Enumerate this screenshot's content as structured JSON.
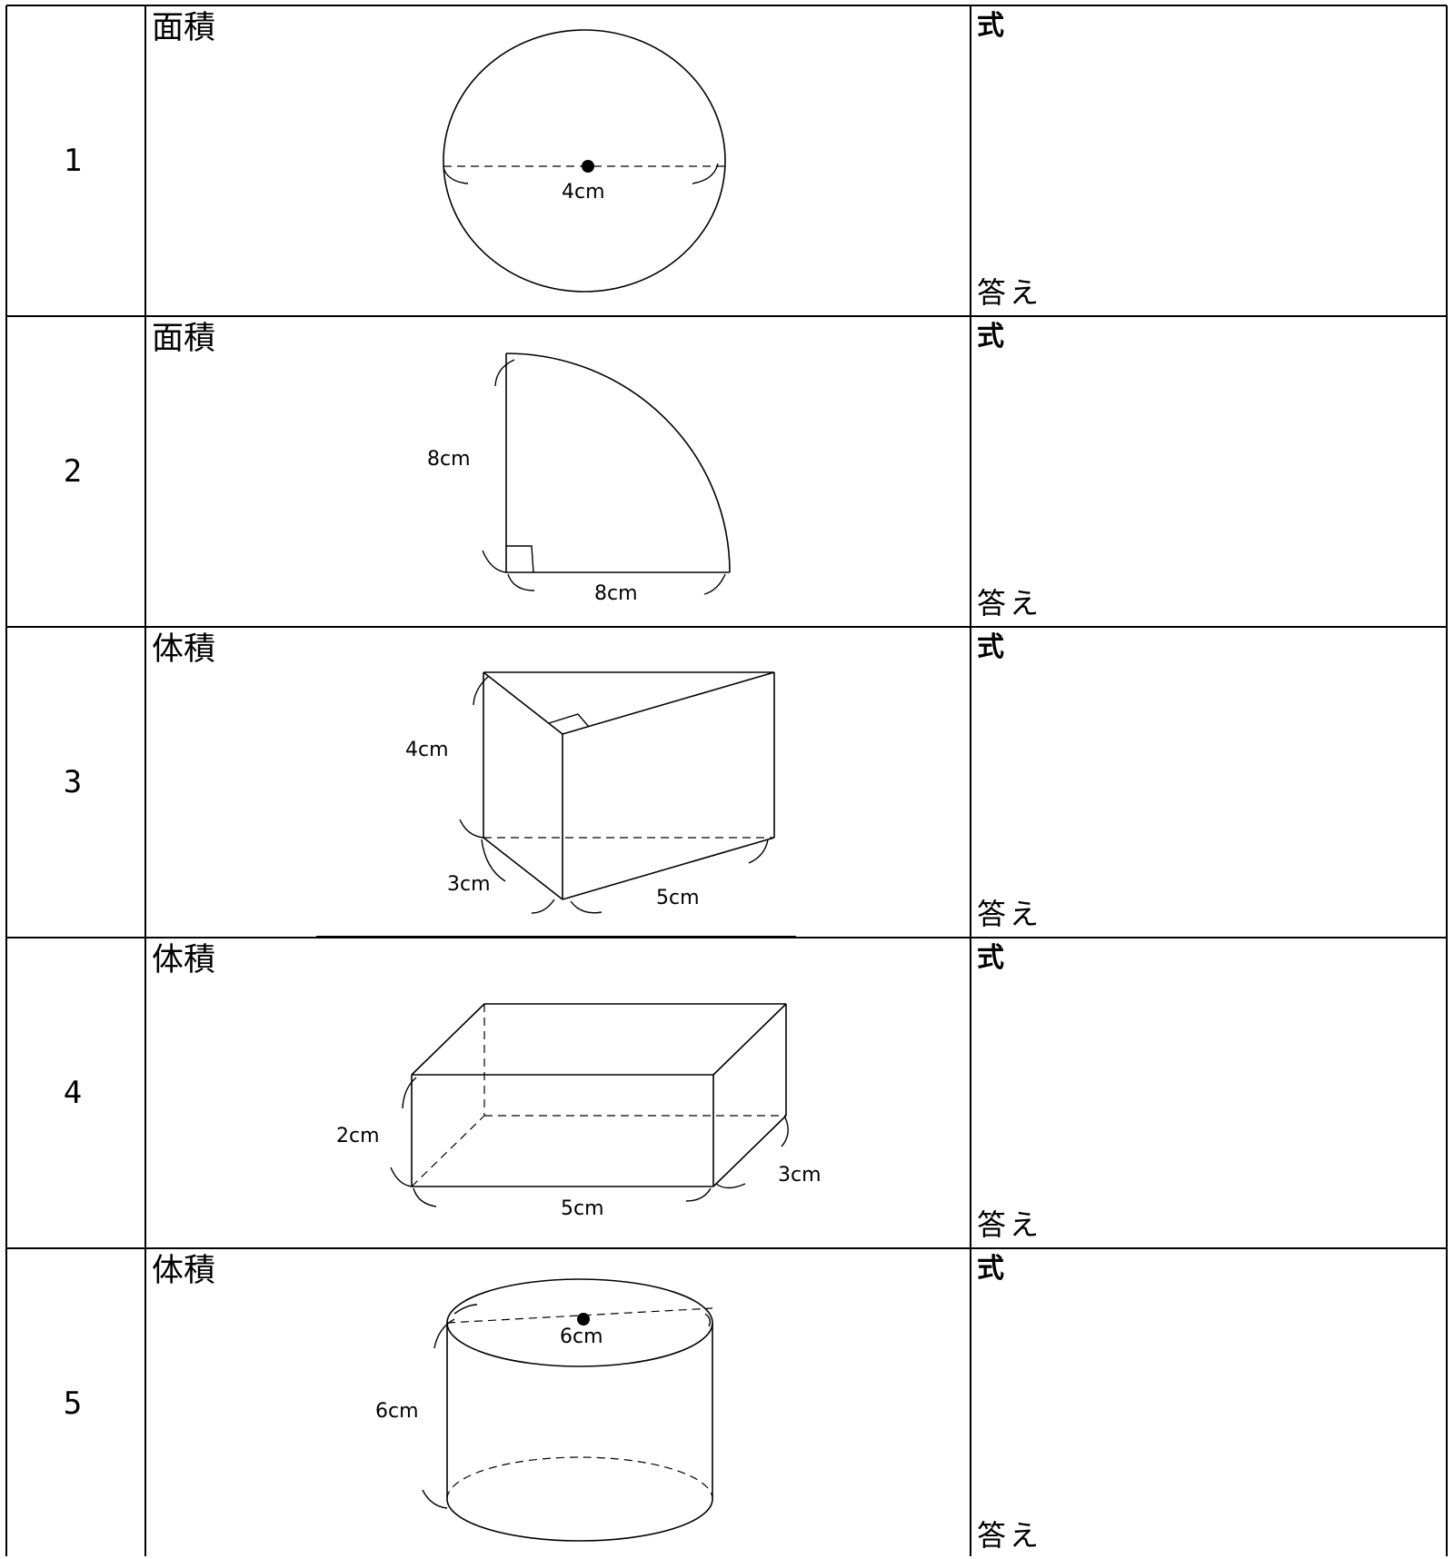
{
  "problems": [
    {
      "number": "1",
      "kind": "面積",
      "formula_label": "式",
      "answer_label": "答え",
      "dims": [
        "4cm"
      ]
    },
    {
      "number": "2",
      "kind": "面積",
      "formula_label": "式",
      "answer_label": "答え",
      "dims": [
        "8cm",
        "8cm"
      ]
    },
    {
      "number": "3",
      "kind": "体積",
      "formula_label": "式",
      "answer_label": "答え",
      "dims": [
        "4cm",
        "3cm",
        "5cm"
      ]
    },
    {
      "number": "4",
      "kind": "体積",
      "formula_label": "式",
      "answer_label": "答え",
      "dims": [
        "2cm",
        "5cm",
        "3cm"
      ]
    },
    {
      "number": "5",
      "kind": "体積",
      "formula_label": "式",
      "answer_label": "答え",
      "dims": [
        "6cm",
        "6cm"
      ]
    }
  ]
}
